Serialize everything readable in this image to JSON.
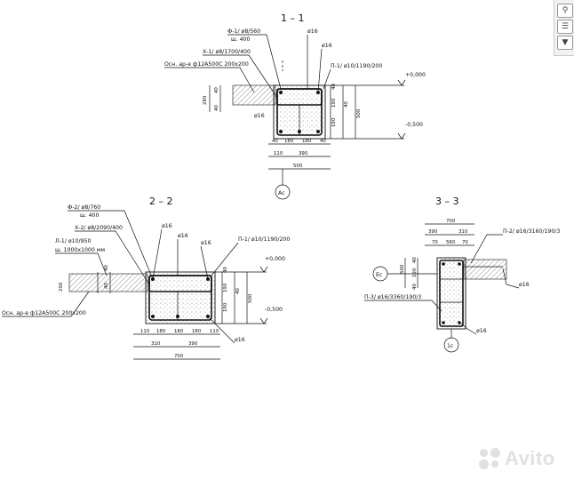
{
  "colors": {
    "ink": "#111111",
    "paper": "#ffffff",
    "watermark": "#c8c8c8"
  },
  "section_1": {
    "title": "1 – 1",
    "labels": [
      "Ф-1/ ø8/560",
      "ш. 400",
      "Х-1/ ø8/1700/400",
      "Осн. ар-е ф12А500С 200х200",
      "ø16",
      "ø16",
      "П-1/ ø10/1190/200",
      "ø16"
    ],
    "levels": [
      "+0,000",
      "-0,500"
    ],
    "dims_v": [
      "40",
      "280",
      "40",
      "40",
      "190",
      "190",
      "40",
      "500"
    ],
    "dims_h": [
      "40",
      "180",
      "180",
      "40",
      "110",
      "390",
      "500"
    ],
    "axis": "Ас"
  },
  "section_2": {
    "title": "2 – 2",
    "labels": [
      "Ф-2/ ø8/760",
      "ш. 400",
      "Х-2/ ø8/2090/400",
      "Л-1/ ø10/950",
      "ш. 1000х1000 мм",
      "Осн. ар-е ф12А500С 200х200",
      "ø16",
      "ø16",
      "ø16",
      "П-1/ ø10/1190/200",
      "ø16"
    ],
    "levels": [
      "+0,000",
      "-0,500"
    ],
    "dims_v": [
      "40",
      "200",
      "40",
      "40",
      "190",
      "190",
      "40",
      "500"
    ],
    "dims_h": [
      "110",
      "180",
      "180",
      "180",
      "110",
      "310",
      "390",
      "700"
    ]
  },
  "section_3": {
    "title": "3 – 3",
    "labels": [
      "П-2/ ø16/3160/190/3",
      "ø16",
      "П-3/ ø16/3360/190/3",
      "ø16"
    ],
    "dims_v": [
      "500",
      "40",
      "190",
      "40"
    ],
    "dims_h": [
      "700",
      "390",
      "310",
      "70",
      "560",
      "70"
    ],
    "axes": [
      "Ес",
      "1с"
    ]
  },
  "toolbar": {
    "icons": [
      "magnifier-icon",
      "layers-icon",
      "arrow-down-icon"
    ]
  },
  "watermark": {
    "text": "Avito"
  }
}
